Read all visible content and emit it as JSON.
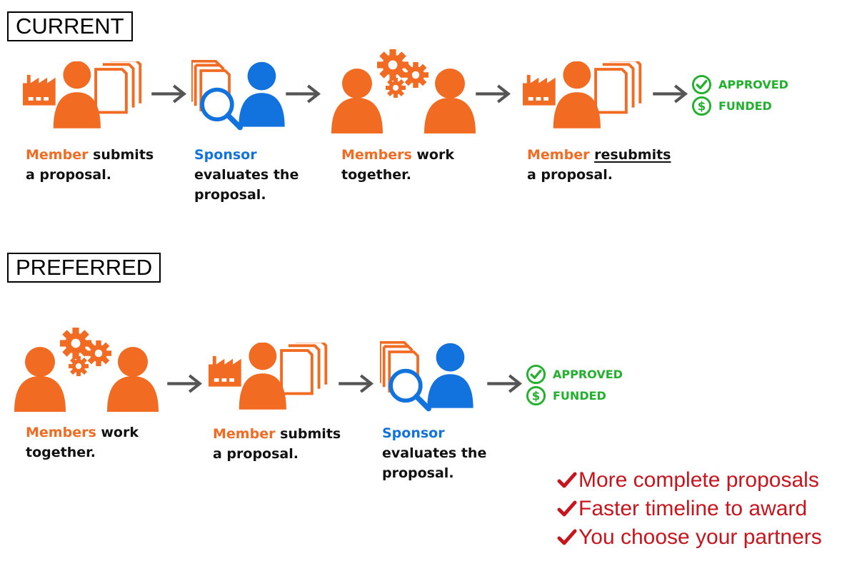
{
  "sections": {
    "current": {
      "label": "CURRENT"
    },
    "preferred": {
      "label": "PREFERRED"
    }
  },
  "colors": {
    "orange": "#F26B22",
    "blue": "#1273DE",
    "green": "#22B12C",
    "red": "#C8141C",
    "arrow": "#555555"
  },
  "outcomes": {
    "approved": "APPROVED",
    "funded": "FUNDED"
  },
  "current_steps": [
    {
      "icon": "factory-member-documents-icon",
      "role": "Member",
      "l1": " submits",
      "l2": "a proposal.",
      "l3": ""
    },
    {
      "icon": "documents-magnifier-sponsor-icon",
      "role": "Sponsor",
      "l1": "",
      "l2": "evaluates the",
      "l3": "proposal."
    },
    {
      "icon": "members-gears-icon",
      "role": "Members",
      "l1": " work",
      "l2": "together.",
      "l3": ""
    },
    {
      "icon": "factory-member-documents-icon",
      "role": "Member",
      "l1": " ",
      "l1b": "resubmits",
      "l2": "a proposal.",
      "l3": ""
    }
  ],
  "preferred_steps": [
    {
      "icon": "members-gears-icon",
      "role": "Members",
      "l1": " work",
      "l2": "together."
    },
    {
      "icon": "factory-member-documents-icon",
      "role": "Member",
      "l1": " submits",
      "l2": "a proposal."
    },
    {
      "icon": "documents-magnifier-sponsor-icon",
      "role": "Sponsor",
      "l2": "evaluates the",
      "l3": "proposal."
    }
  ],
  "benefits": [
    "More complete proposals",
    "Faster timeline to award",
    "You choose your partners"
  ]
}
